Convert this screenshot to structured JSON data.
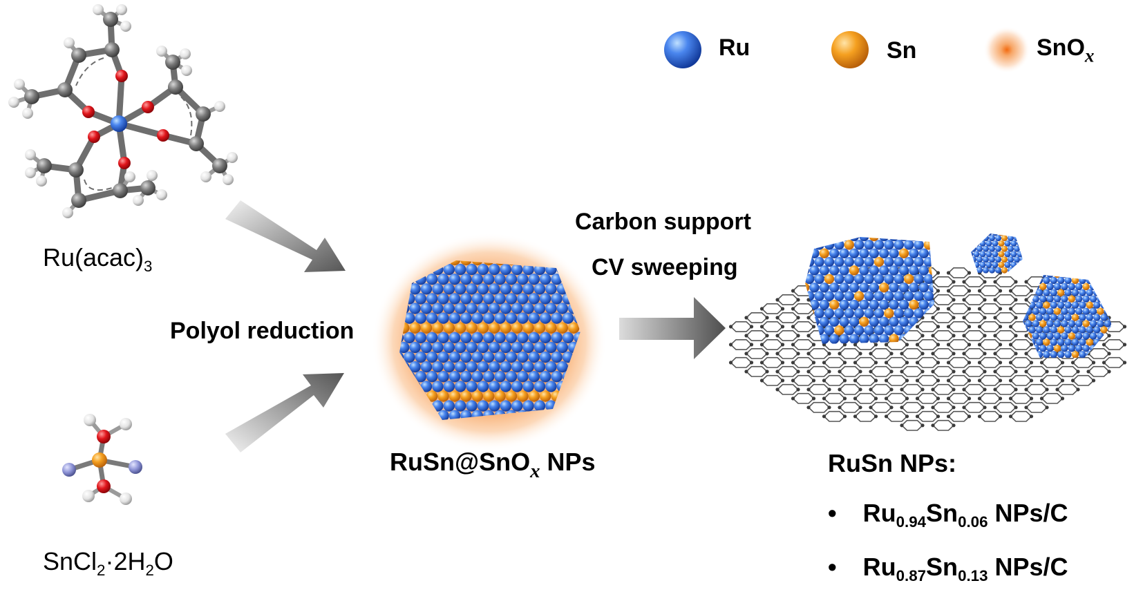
{
  "legend": {
    "ru": {
      "label": "Ru",
      "color": "#2f62d6"
    },
    "sn": {
      "label": "Sn",
      "color": "#f29712"
    },
    "snox": {
      "label_main": "SnO",
      "label_sub": "x",
      "color": "#f7a86a"
    }
  },
  "reagents": {
    "ru_acac": {
      "main": "Ru(acac)",
      "sub": "3"
    },
    "sncl2": {
      "p1": "SnCl",
      "s1": "2",
      "p2": "·2H",
      "s2": "2",
      "p3": "O"
    }
  },
  "steps": {
    "polyol": "Polyol reduction",
    "carbon_support": "Carbon support",
    "cv_sweeping": "CV sweeping"
  },
  "products": {
    "core_shell": {
      "main": "RuSn@SnO",
      "sub": "x",
      "tail": " NPs"
    },
    "title": "RuSn NPs:",
    "items": [
      {
        "bullet": "•",
        "a": "Ru",
        "a_sub": "0.94",
        "b": "Sn",
        "b_sub": "0.06",
        "tail": " NPs/C"
      },
      {
        "bullet": "•",
        "a": "Ru",
        "a_sub": "0.87",
        "b": "Sn",
        "b_sub": "0.13",
        "tail": " NPs/C"
      }
    ]
  },
  "colors": {
    "carbon": "#6e6e6e",
    "hydrogen": "#e6e6e6",
    "oxygen": "#e0151b",
    "chlorine": "#8d93d6",
    "ru_atom": "#2f62d6",
    "sn_atom": "#f29712",
    "arrow_dark": "#555555",
    "arrow_light": "#dcdcdc"
  }
}
